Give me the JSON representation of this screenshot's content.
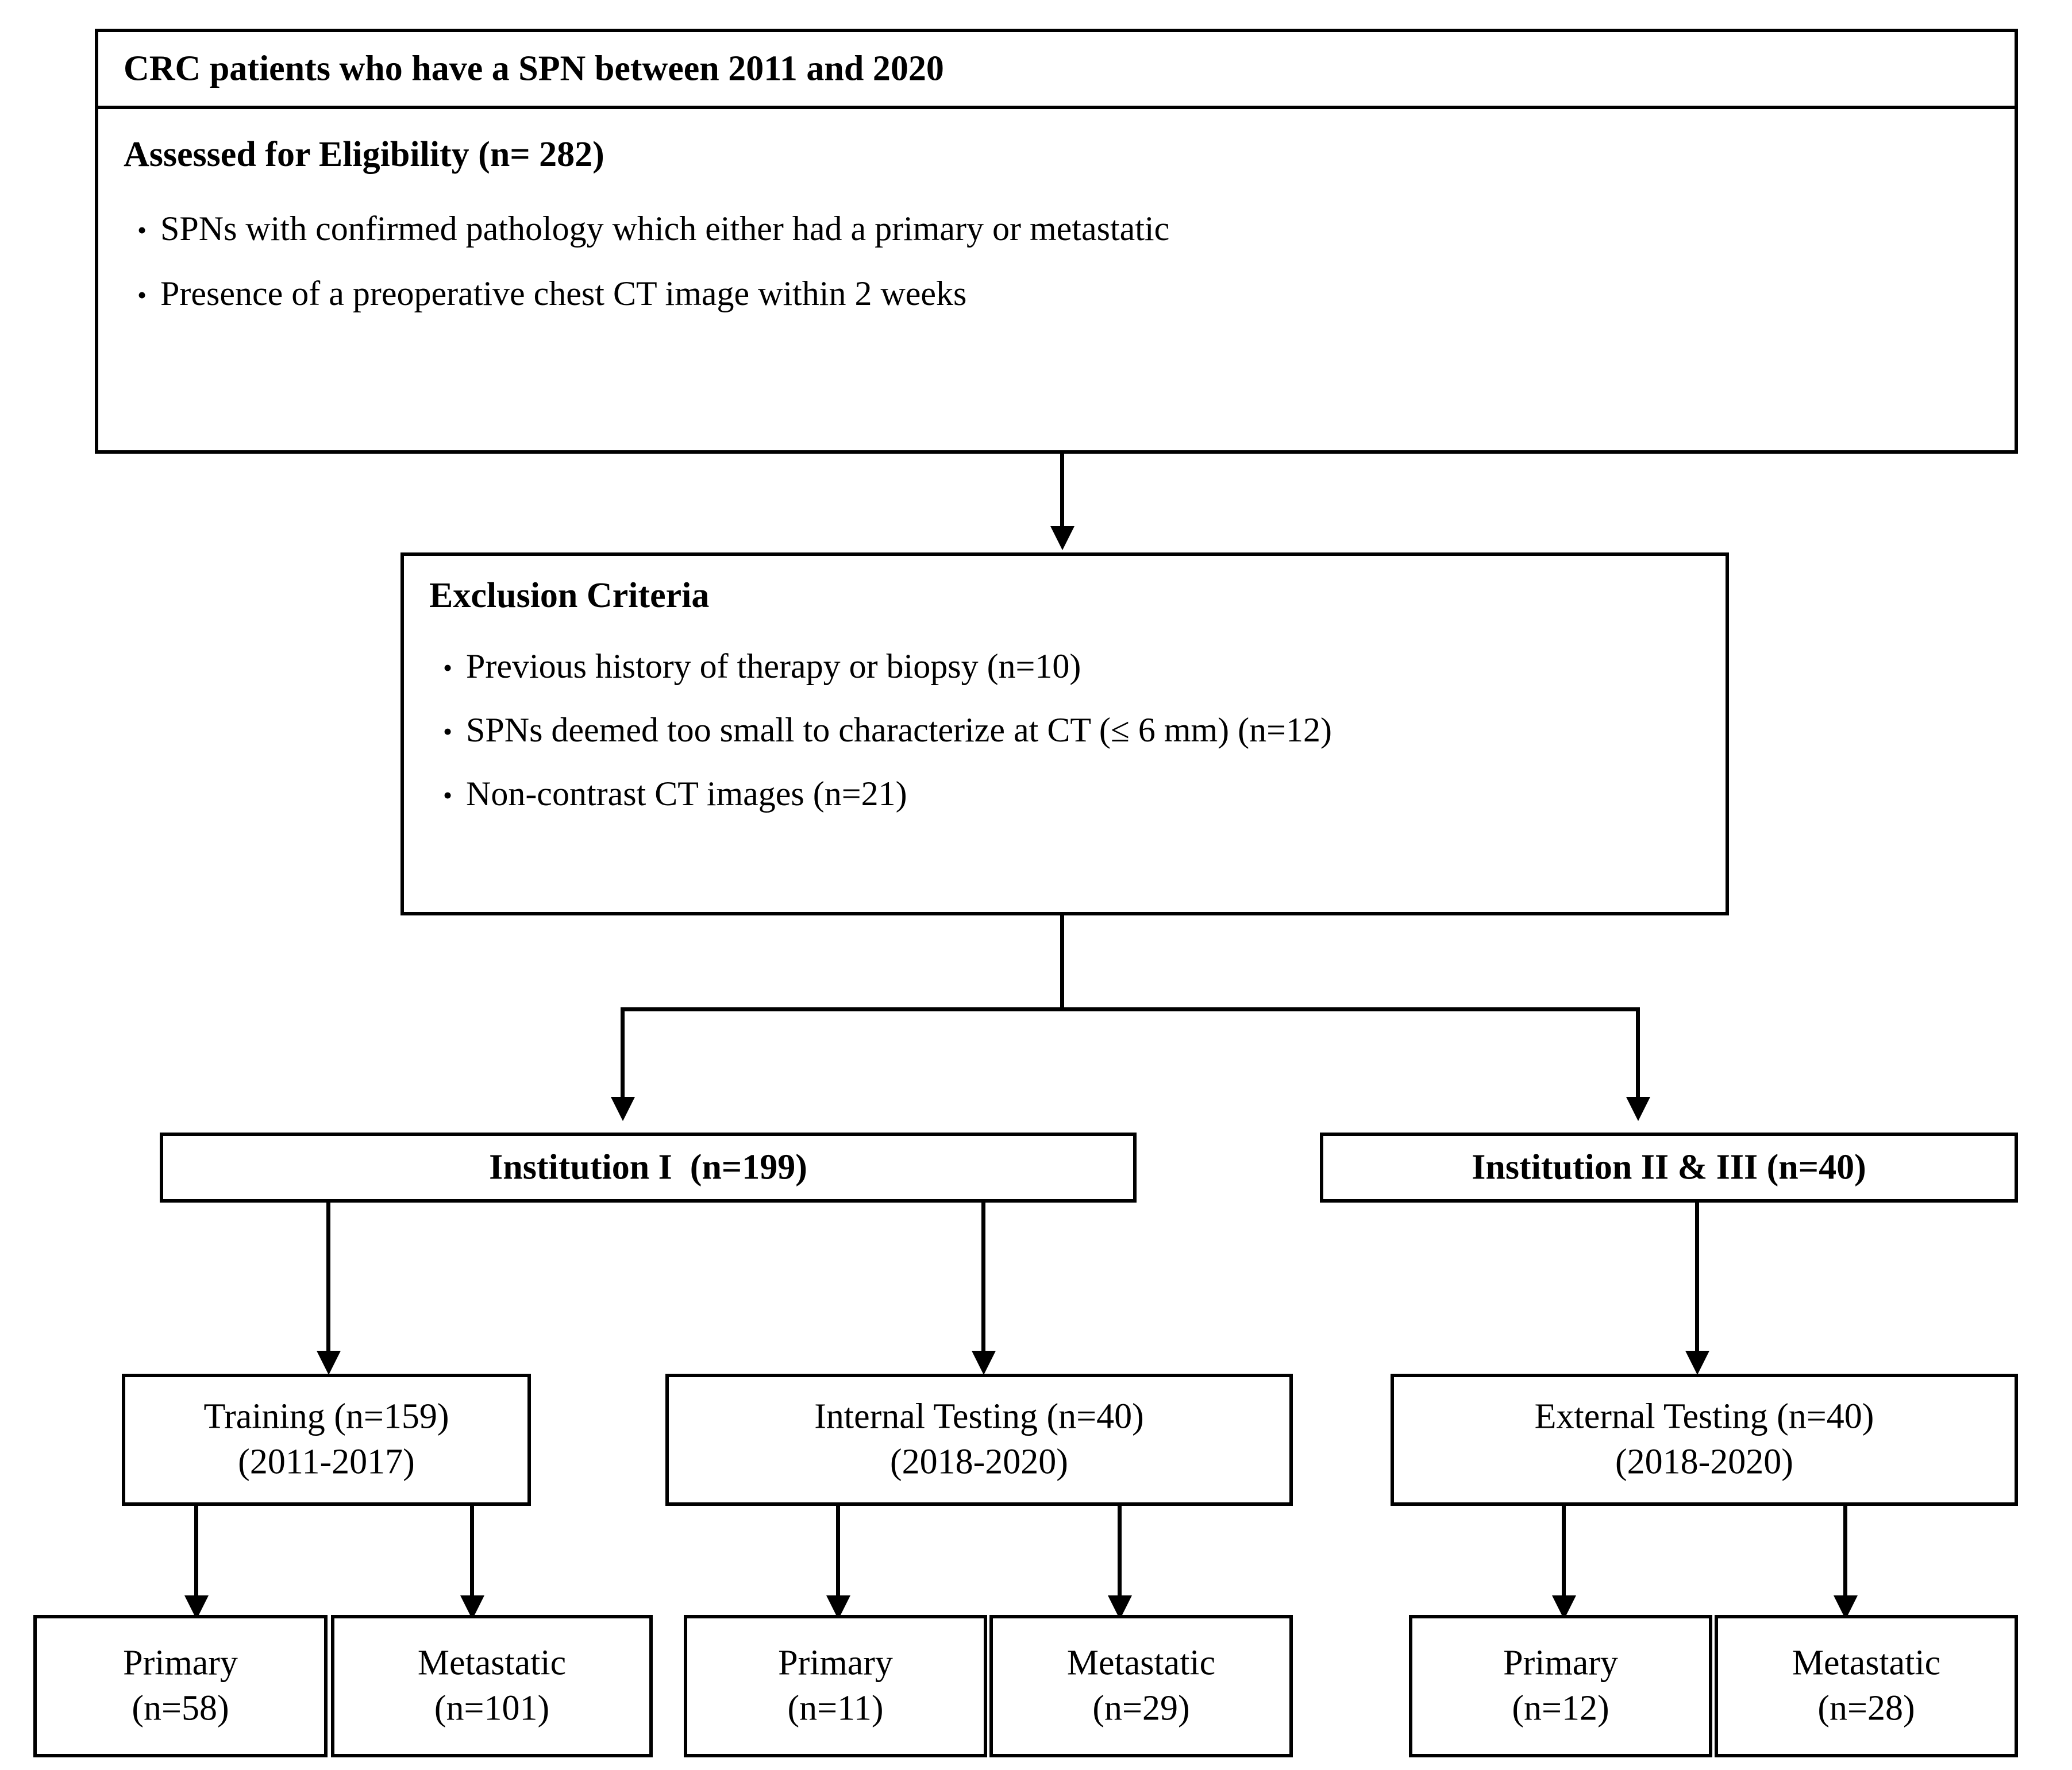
{
  "diagram": {
    "type": "flowchart",
    "title_box": {
      "title": "CRC patients who have a SPN between 2011 and 2020",
      "eligibility_header": "Assessed for Eligibility (n= 282)",
      "eligibility_bullets": [
        "SPNs with confirmed pathology which either had a primary or metastatic",
        "Presence of a preoperative chest CT image within 2 weeks"
      ],
      "bullet_glyph": "•"
    },
    "exclusion_box": {
      "header": "Exclusion Criteria",
      "bullets": [
        "Previous history of therapy or biopsy (n=10)",
        "SPNs deemed too small to characterize at CT (≤ 6 mm) (n=12)",
        "Non-contrast CT images (n=21)"
      ],
      "bullet_glyph": "•"
    },
    "institutions": [
      {
        "label": "Institution I  (n=199)"
      },
      {
        "label": "Institution II & III (n=40)"
      }
    ],
    "datasets": [
      {
        "line1": "Training (n=159)",
        "line2": "(2011-2017)"
      },
      {
        "line1": "Internal Testing (n=40)",
        "line2": "(2018-2020)"
      },
      {
        "line1": "External Testing (n=40)",
        "line2": "(2018-2020)"
      }
    ],
    "outcomes": [
      {
        "line1": "Primary",
        "line2": "(n=58)"
      },
      {
        "line1": "Metastatic",
        "line2": "(n=101)"
      },
      {
        "line1": "Primary",
        "line2": "(n=11)"
      },
      {
        "line1": "Metastatic",
        "line2": "(n=29)"
      },
      {
        "line1": "Primary",
        "line2": "(n=12)"
      },
      {
        "line1": "Metastatic",
        "line2": "(n=28)"
      }
    ],
    "colors": {
      "stroke": "#000000",
      "background": "#ffffff",
      "text": "#000000"
    }
  }
}
